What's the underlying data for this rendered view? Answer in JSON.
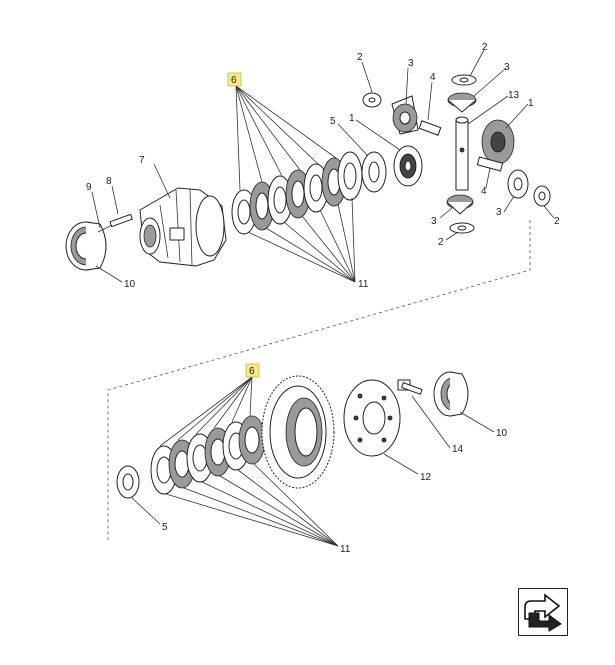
{
  "callouts": {
    "c1_top": "1",
    "c1_right": "1",
    "c2_top": "2",
    "c2_topright": "2",
    "c2_right": "2",
    "c2_bottom": "2",
    "c3_top": "3",
    "c3_topright": "3",
    "c3_left": "3",
    "c3_right": "3",
    "c4_top": "4",
    "c4_mid": "4",
    "c5_top": "5",
    "c5_bottom": "5",
    "c6_top": "6",
    "c6_bottom": "6",
    "c7": "7",
    "c8": "8",
    "c9": "9",
    "c10_top": "10",
    "c10_bottom": "10",
    "c11_top": "11",
    "c11_bottom": "11",
    "c12": "12",
    "c13": "13",
    "c14": "14"
  },
  "colors": {
    "highlight": "#f5e98a",
    "line": "#333333"
  },
  "icons": {
    "nav": "next-page-arrow-icon"
  }
}
